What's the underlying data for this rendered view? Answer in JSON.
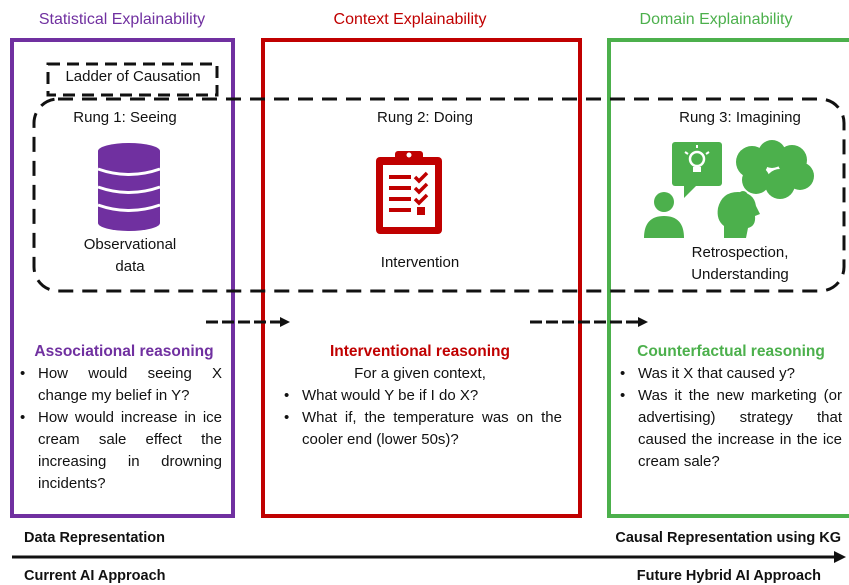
{
  "columns": {
    "statistical": {
      "title": "Statistical Explainability",
      "color": "#7030a0",
      "rung": "Rung 1: Seeing",
      "icon": "database-icon",
      "label_lines": [
        "Observational",
        "data"
      ],
      "reasoning": "Associational reasoning",
      "bullets": [
        "How would seeing X change my belief in Y?",
        "How would increase in ice cream sale effect the increasing in drowning incidents?"
      ]
    },
    "context": {
      "title": "Context Explainability",
      "color": "#c00000",
      "rung": "Rung 2: Doing",
      "icon": "clipboard-checklist-icon",
      "label": "Intervention",
      "reasoning": "Interventional reasoning",
      "intro": "For a given context,",
      "bullets": [
        "What would Y be if I do X?",
        "What if, the temperature was on the cooler end (lower 50s)?"
      ]
    },
    "domain": {
      "title": "Domain Explainability",
      "color": "#4cb04c",
      "rung": "Rung 3: Imagining",
      "icon": "thinking-people-icon",
      "label_lines": [
        "Retrospection,",
        "Understanding"
      ],
      "reasoning": "Counterfactual reasoning",
      "bullets": [
        "Was it X that caused y?",
        "Was it the new marketing (or advertising) strategy that caused the increase in the ice cream sale?"
      ]
    }
  },
  "ladder_label": "Ladder of Causation",
  "footer": {
    "left_top": "Data Representation",
    "left_bottom": "Current AI Approach",
    "right_top": "Causal Representation using KG",
    "right_bottom": "Future Hybrid AI Approach"
  }
}
